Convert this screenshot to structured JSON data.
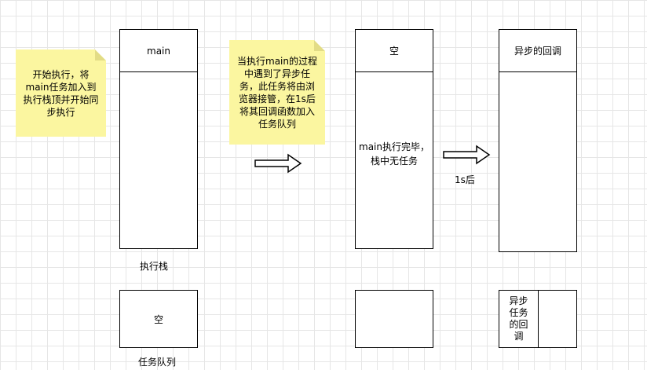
{
  "notes": {
    "start": "开始执行，将main任务加入到执行栈顶并开始同步执行",
    "encounter": "当执行main的过程中遇到了异步任务，此任务将由浏览器接管，在1s后将其回调函数加入任务队列"
  },
  "stacks": {
    "col1_top": "main",
    "col2_top": "空",
    "col2_body": "main执行完毕，栈中无任务",
    "col3_top": "异步的回调"
  },
  "labels": {
    "exec_stack": "执行栈",
    "task_queue": "任务队列",
    "after_1s": "1s后"
  },
  "queues": {
    "col1": "空",
    "col3_item": "异步任务的回调"
  },
  "colors": {
    "note_bg": "#fbf6a0",
    "grid": "#e6e6e6"
  }
}
